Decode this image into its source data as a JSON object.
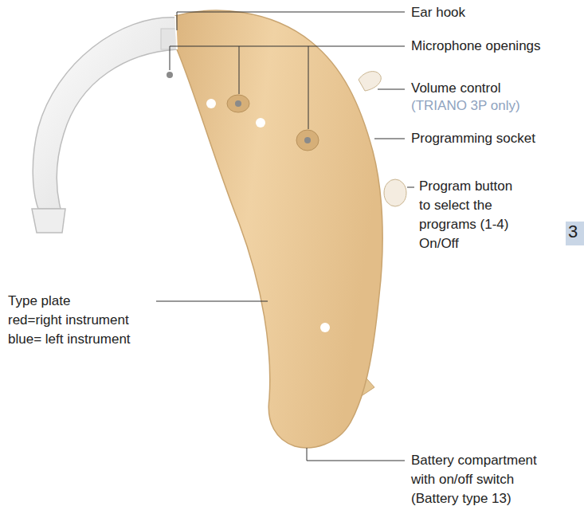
{
  "diagram": {
    "nodes": [
      {
        "text": [
          "3"
        ]
      }
    ],
    "labels": [
      "Ear hook",
      "Microphone openings",
      "Volume control",
      "(TRIANO 3P only)",
      "Programming socket",
      "Program button to select the programs (1-4) On/Off",
      "Type plate",
      "red=right instrument",
      "blue= left instrument",
      "Battery compartment with on/off switch (Battery type 13)"
    ]
  }
}
